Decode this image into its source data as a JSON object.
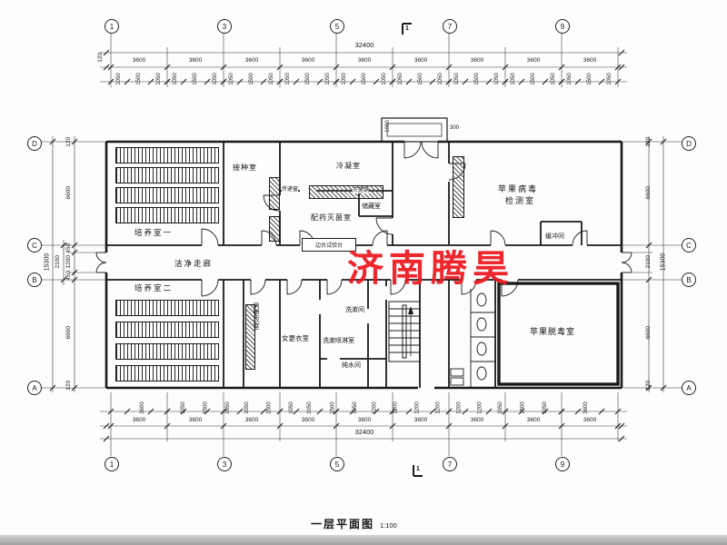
{
  "drawing": {
    "watermark": "济南腾昊",
    "title": "一层平面图",
    "scale": "1:100",
    "section_mark": "1",
    "line_color": "#1a1a1a",
    "watermark_color": "#ee1c23"
  },
  "grid": {
    "cols": [
      "1",
      "3",
      "5",
      "7",
      "9"
    ],
    "rows": [
      "D",
      "C",
      "B",
      "A"
    ]
  },
  "dims": {
    "top_overall": "32400",
    "edge": "120",
    "top_bays": [
      "3600",
      "3600",
      "3600",
      "3600",
      "3600",
      "3600",
      "3600",
      "3600",
      "3600"
    ],
    "top_sub": [
      "1050",
      "1500",
      "1050",
      "1050",
      "1500",
      "1050",
      "1050",
      "1500",
      "1050",
      "1050",
      "1500",
      "1050",
      "1050",
      "1500",
      "1050",
      "1050",
      "1500",
      "1050",
      "1050",
      "1500",
      "1050",
      "1050",
      "1500",
      "1050",
      "1050",
      "1500",
      "1050"
    ],
    "bottom_overall": "32400",
    "bottom_bays": [
      "3600",
      "3600",
      "3600",
      "3600",
      "3600",
      "3600",
      "3600",
      "3600",
      "3600"
    ],
    "bottom_sub": [
      "3600",
      "1050",
      "1500",
      "1050",
      "1050",
      "1500",
      "1050",
      "1050",
      "1500",
      "1050",
      "1200",
      "1200",
      "1200",
      "1200",
      "1200",
      "1200",
      "1050",
      "1500",
      "1050",
      "3600"
    ],
    "left_segments": [
      "120",
      "6600",
      "450",
      "1200",
      "450",
      "6600",
      "120"
    ],
    "left_mid": "2100",
    "left_overall": "15300",
    "right_segments": [
      "120",
      "6600",
      "2100",
      "6600",
      "120"
    ],
    "right_overall": "15300",
    "porch_width": "1000",
    "porch_depth": "300"
  },
  "rooms": {
    "culture1": "培养室一",
    "culture2": "培养室二",
    "inoculation": "接种室",
    "condensing": "冷凝室",
    "sterilize": "配药灭菌室",
    "storage": "储藏室",
    "corridor": "洁净走廊",
    "men_change": "男更衣室",
    "women_change": "女更衣室",
    "washroom": "洗漱间",
    "shower": "洗漱喷淋室",
    "pure_water": "纯水间",
    "buffer": "缓冲间",
    "virus_test_1": "苹果病毒",
    "virus_test_2": "检测室",
    "detox": "苹果脱毒室"
  },
  "equipment": {
    "bench": "边台试验台",
    "sterilizer": "灭菌锅",
    "pass_window": "传递窗"
  }
}
